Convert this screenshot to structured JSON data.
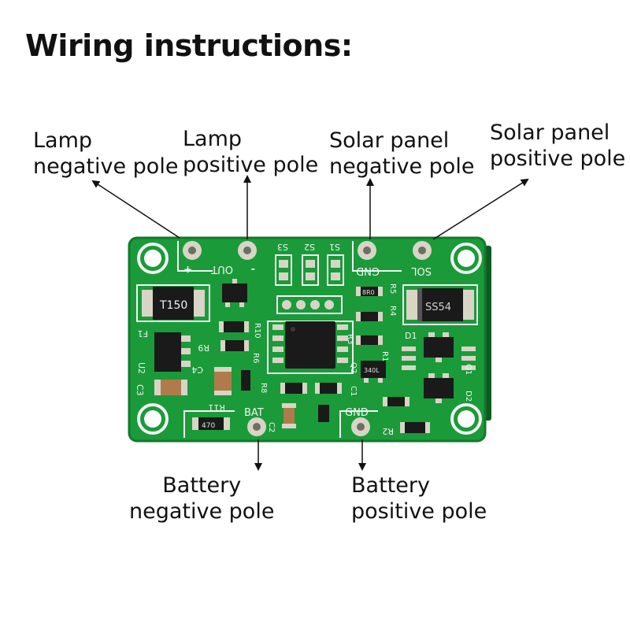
{
  "title": "Wiring instructions:",
  "labels": {
    "lamp_negative": {
      "line1": "Lamp",
      "line2": "negative pole"
    },
    "lamp_positive": {
      "line1": "Lamp",
      "line2": "positive pole"
    },
    "solar_negative": {
      "line1": "Solar panel",
      "line2": "negative pole"
    },
    "solar_positive": {
      "line1": "Solar panel",
      "line2": "positive pole"
    },
    "battery_negative": {
      "line1": "Battery",
      "line2": "negative pole"
    },
    "battery_positive": {
      "line1": "Battery",
      "line2": "positive pole"
    }
  },
  "board": {
    "silkscreen": {
      "out": "OUT",
      "plus": "+",
      "minus": "-",
      "gnd_top": "GND",
      "sol": "SOL",
      "bat": "BAT",
      "gnd_bottom": "GND",
      "s1": "S1",
      "s2": "S2",
      "s3": "S3",
      "f1": "F1",
      "u2": "U2",
      "c3": "C3",
      "c4": "C4",
      "r9": "R9",
      "r10": "R10",
      "r11": "R11",
      "r6": "R6",
      "r8": "R8",
      "c2": "C2",
      "r3": "R3",
      "r4": "R4",
      "r5": "R5",
      "d1": "D1",
      "q2": "Q2",
      "c1": "C1",
      "r1": "R1",
      "r2": "R2",
      "q1": "Q1",
      "d2": "D2"
    },
    "components": {
      "inductor": "T150",
      "diode": "SS54",
      "res_470": "470",
      "res_r3": "340L",
      "res_8r0": "8R0"
    },
    "colors": {
      "pcb": "#1b9a3a",
      "pcb_dark": "#0f6e27",
      "silk": "#f2f2f2",
      "copper": "#c9c6b8",
      "chip": "#1a1a1a"
    }
  }
}
